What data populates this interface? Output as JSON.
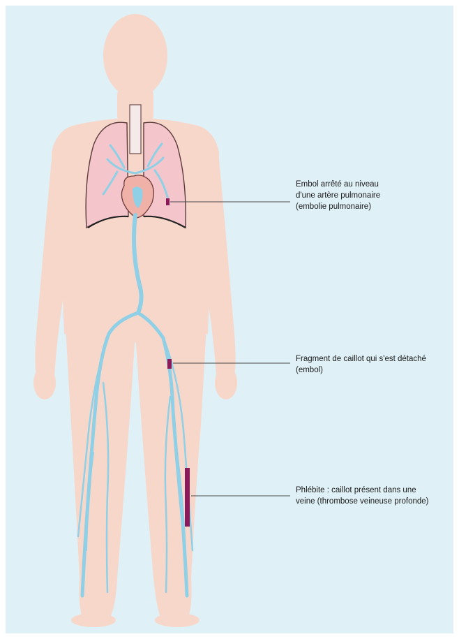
{
  "colors": {
    "background": "#dff0f6",
    "body": "#f8d7cb",
    "lungs": "#f4c6cc",
    "veins": "#8fd0e6",
    "clot": "#8b1a5a",
    "leader": "#4a4a4a"
  },
  "labels": {
    "embolus": {
      "line1": "Embol arrêté au niveau",
      "line2": "d'une artère pulmonaire",
      "line3": "(embolie pulmonaire)"
    },
    "fragment": {
      "line1": "Fragment de caillot qui s'est détaché",
      "line2": "(embol)"
    },
    "phlebitis": {
      "line1": "Phlébite : caillot présent dans une",
      "line2": "veine (thrombose veineuse profonde)"
    }
  },
  "icons": [
    "human-body-silhouette",
    "lungs",
    "heart",
    "vein-network",
    "blood-clot"
  ]
}
